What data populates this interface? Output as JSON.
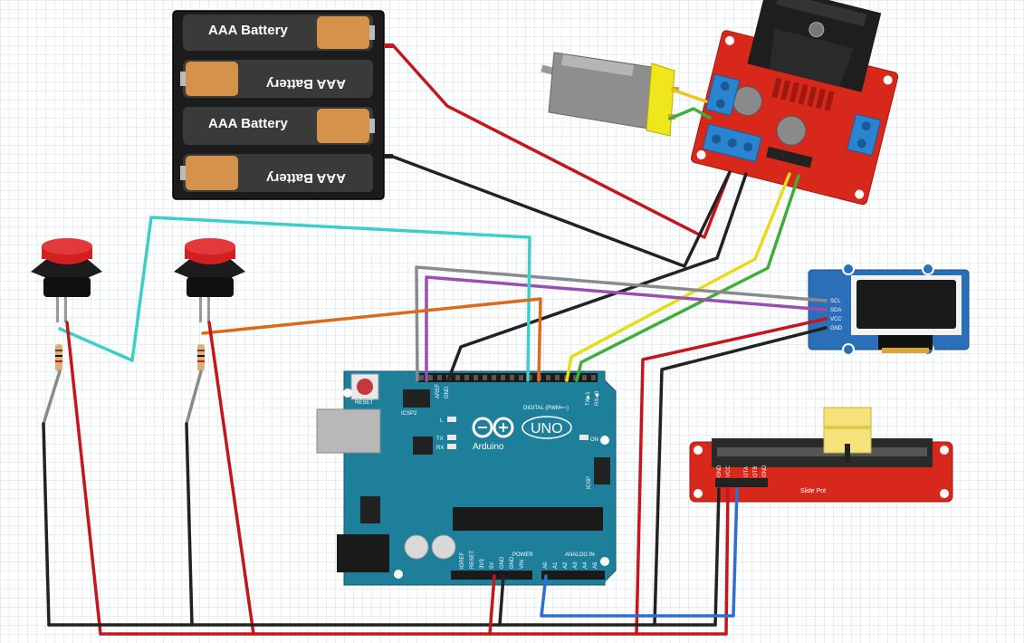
{
  "battery_pack": {
    "cells": [
      {
        "label": "AAA Battery",
        "flipped": false
      },
      {
        "label": "AAA Battery",
        "flipped": true
      },
      {
        "label": "AAA Battery",
        "flipped": false
      },
      {
        "label": "AAA Battery",
        "flipped": true
      }
    ]
  },
  "arduino": {
    "reset_label": "RESET",
    "icsp2_label": "ICSP2",
    "icsp_label": "ICSP",
    "aref_label": "AREF",
    "gnd_label": "GND",
    "digital_label": "DIGITAL (PWM=~)",
    "tx_label": "TX",
    "rx_label": "RX",
    "l_label": "L",
    "on_label": "ON",
    "brand_label": "Arduino",
    "model_label": "UNO",
    "power_label": "POWER",
    "analog_label": "ANALOG IN",
    "txd_label": "TX▶1",
    "rxd_label": "RX◀0",
    "ioref_label": "IOREF",
    "reset_pin_label": "RESET",
    "v33_label": "3V3",
    "v5_label": "5V",
    "gnd2_label": "GND",
    "gnd3_label": "GND",
    "vin_label": "VIN",
    "a0_label": "A0",
    "a1_label": "A1",
    "a2_label": "A2",
    "a3_label": "A3",
    "a4_label": "A4",
    "a5_label": "A5"
  },
  "oled": {
    "pins": [
      "SCL",
      "SDA",
      "VCC",
      "GND"
    ]
  },
  "slide_pot": {
    "label": "Slide Pot",
    "pins": [
      "GND",
      "VCC",
      "OTA",
      "OTB",
      "GND"
    ]
  },
  "colors": {
    "red_wire": "#c4161c",
    "black_wire": "#222222",
    "cyan_wire": "#3ccfc8",
    "orange_wire": "#d96b1a",
    "gray_wire": "#8a8a8a",
    "purple_wire": "#9a4fb0",
    "yellow_wire": "#e8dc1a",
    "green_wire": "#3fae38",
    "blue_wire": "#2f6fd0",
    "arduino_teal": "#1e7f9a",
    "driver_red": "#d8281c",
    "oled_blue": "#2b6fb8",
    "pot_red": "#d8281c"
  }
}
